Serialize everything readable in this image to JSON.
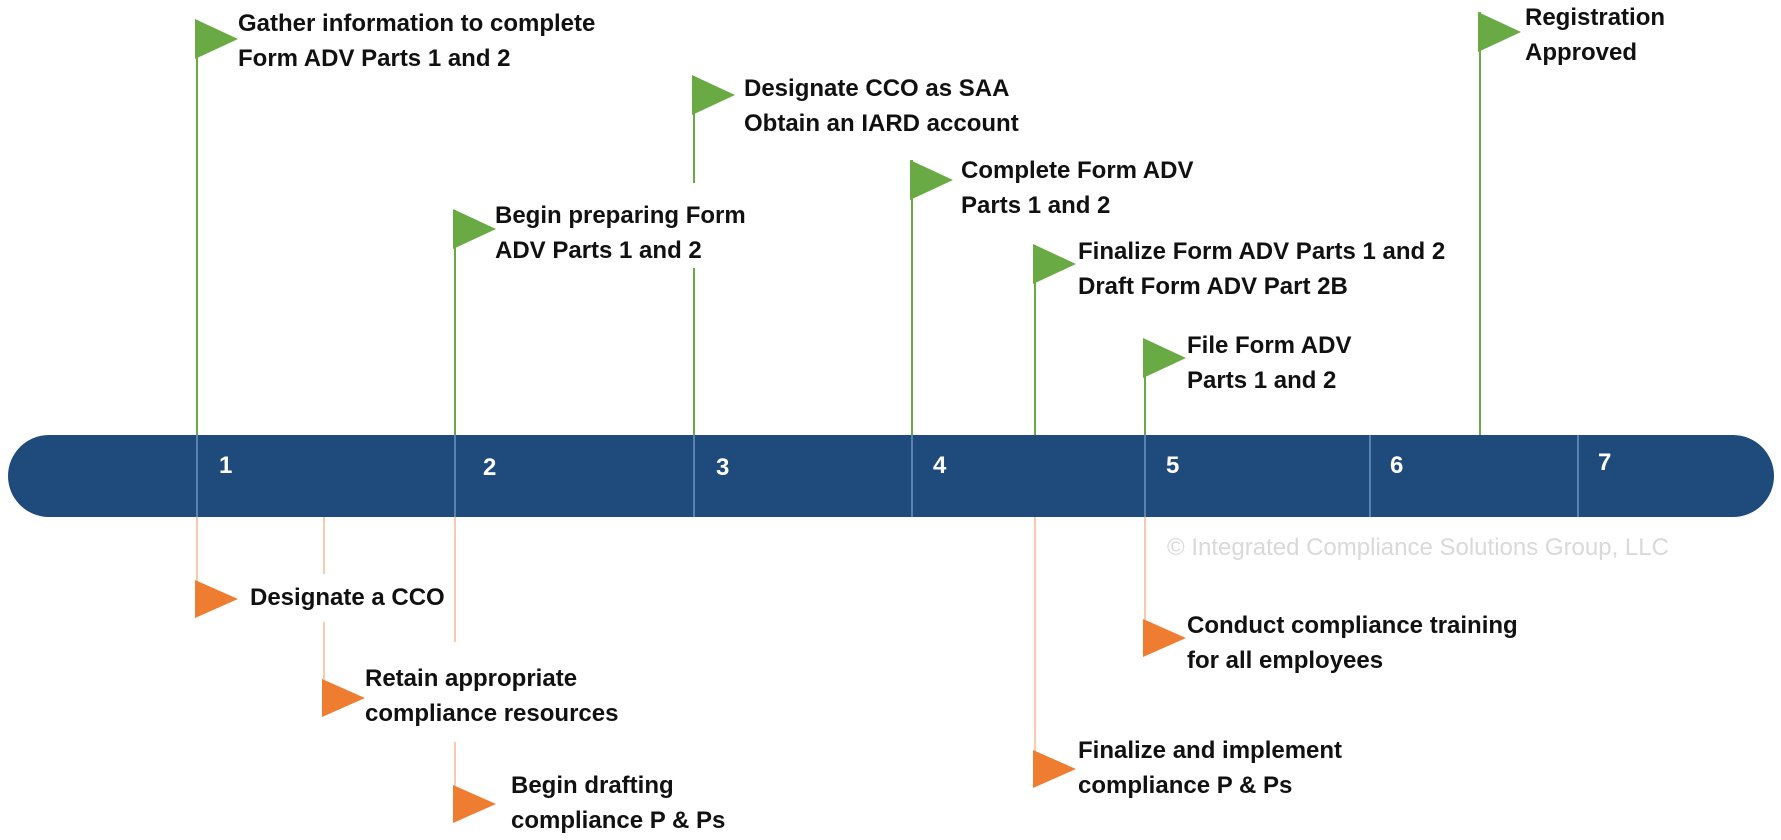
{
  "colors": {
    "bar": "#1f4a7c",
    "above_flag": "#6aaa45",
    "above_pole": "#6aaa45",
    "below_flag": "#ee7d31",
    "below_pole": "#f7c9ad",
    "divider": "#6d94c4",
    "label": "#111111",
    "copyright": "#d9d9d9"
  },
  "timeline": {
    "steps": [
      "1",
      "2",
      "3",
      "4",
      "5",
      "6",
      "7"
    ]
  },
  "milestones_above": [
    {
      "lines": [
        "Gather information to complete",
        "Form ADV Parts 1 and 2"
      ]
    },
    {
      "lines": [
        "Begin preparing Form",
        "ADV Parts 1 and 2"
      ]
    },
    {
      "lines": [
        "Designate CCO as SAA",
        "Obtain an IARD account"
      ]
    },
    {
      "lines": [
        "Complete Form ADV",
        "Parts 1 and 2"
      ]
    },
    {
      "lines": [
        "Finalize Form ADV Parts 1 and 2",
        "Draft Form ADV Part 2B"
      ]
    },
    {
      "lines": [
        "File Form ADV",
        "Parts 1 and 2"
      ]
    },
    {
      "lines": [
        "Registration",
        "Approved"
      ]
    }
  ],
  "milestones_below": [
    {
      "lines": [
        "Designate a CCO"
      ]
    },
    {
      "lines": [
        "Retain appropriate",
        "compliance resources"
      ]
    },
    {
      "lines": [
        "Begin drafting",
        "compliance P & Ps"
      ]
    },
    {
      "lines": [
        "Finalize and implement",
        "compliance P & Ps"
      ]
    },
    {
      "lines": [
        "Conduct compliance training",
        "for all employees"
      ]
    }
  ],
  "copyright": "© Integrated Compliance Solutions Group, LLC"
}
